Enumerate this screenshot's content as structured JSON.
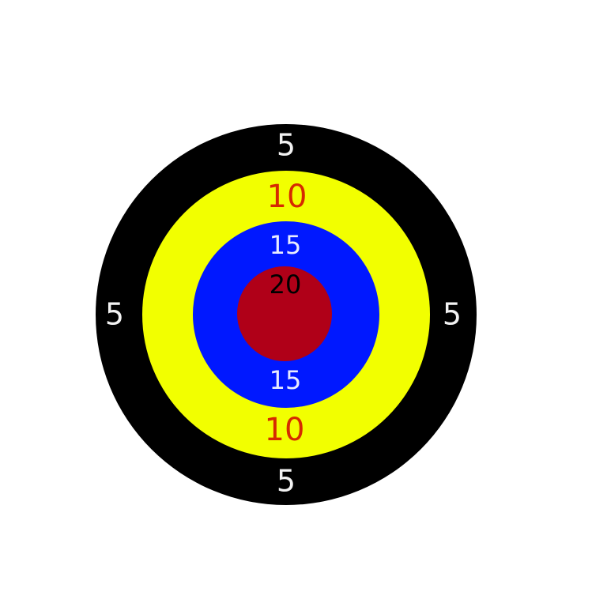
{
  "target": {
    "rings": [
      {
        "name": "outer-ring",
        "points": "5",
        "color": "#000000",
        "label_color": "#f2f2f2"
      },
      {
        "name": "second-ring",
        "points": "10",
        "color": "#f2ff00",
        "label_color": "#d62a00"
      },
      {
        "name": "third-ring",
        "points": "15",
        "color": "#0018ff",
        "label_color": "#e9ecff"
      },
      {
        "name": "bullseye",
        "points": "20",
        "color": "#b00018",
        "label_color": "#000000"
      }
    ],
    "labels": {
      "outer_top": "5",
      "outer_left": "5",
      "outer_right": "5",
      "outer_bottom": "5",
      "second_top": "10",
      "second_bottom": "10",
      "third_top": "15",
      "third_bottom": "15",
      "bullseye": "20"
    }
  }
}
